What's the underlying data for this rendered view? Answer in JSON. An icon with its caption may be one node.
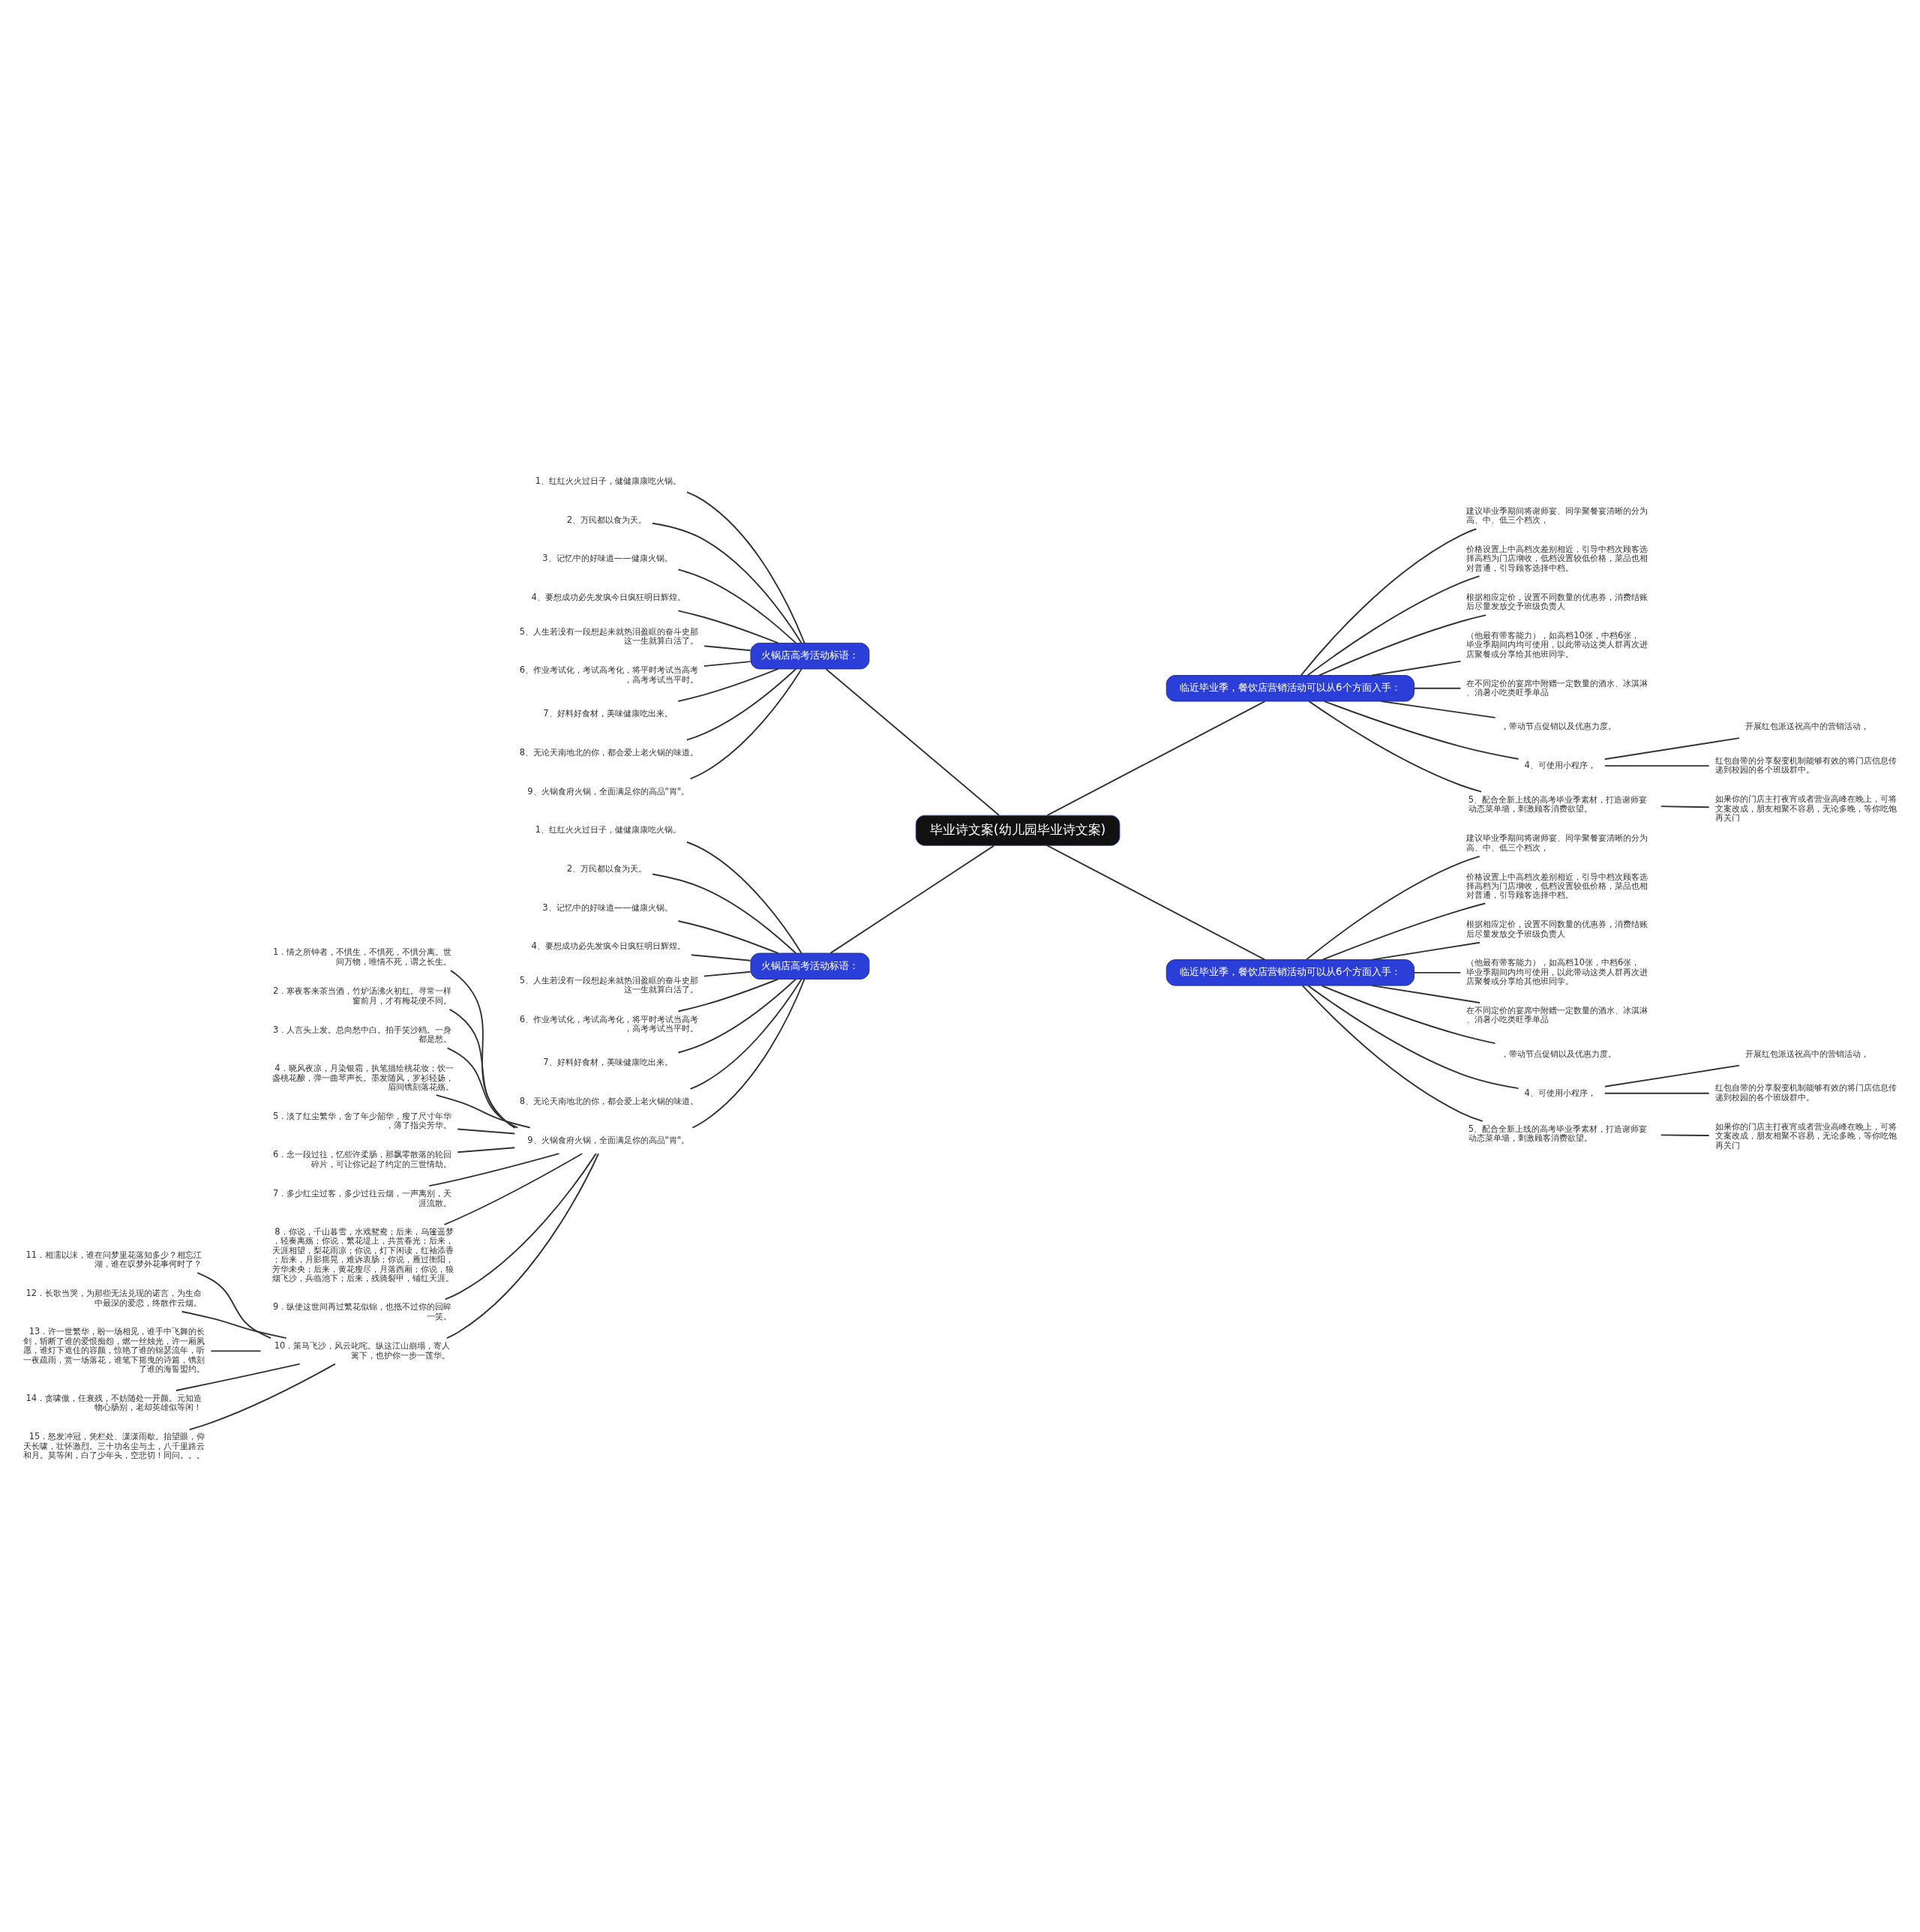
{
  "diagram": {
    "nodes": [
      {
        "text": [
          "毕业诗文案(幼儿园毕业诗文案)"
        ]
      },
      {
        "text": [
          "火锅店高考活动标语："
        ]
      },
      {
        "text": [
          "1、红红火火过日子，健健康康吃火锅。"
        ]
      },
      {
        "text": [
          "2、万民都以食为天。"
        ]
      },
      {
        "text": [
          "3、记忆中的好味道——健康火锅。"
        ]
      },
      {
        "text": [
          "4、要想成功必先发疯今日疯狂明日辉煌。"
        ]
      },
      {
        "text": [
          "5、人生若没有一段想起来就热泪盈眶的奋斗史那这一生就算白活了。"
        ]
      },
      {
        "text": [
          "6、作业考试化，考试高考化，将平时考试当高考，高考考试当平时。"
        ]
      },
      {
        "text": [
          "7、好料好食材，美味健康吃出来。"
        ]
      },
      {
        "text": [
          "8、无论天南地北的你，都会爱上老火锅的味道。"
        ]
      },
      {
        "text": [
          "9、火锅食府火锅，全面满足你的高品\"胃\"。"
        ]
      },
      {
        "text": [
          "火锅店高考活动标语："
        ]
      },
      {
        "text": [
          "1、红红火火过日子，健健康康吃火锅。"
        ]
      },
      {
        "text": [
          "2、万民都以食为天。"
        ]
      },
      {
        "text": [
          "3、记忆中的好味道——健康火锅。"
        ]
      },
      {
        "text": [
          "4、要想成功必先发疯今日疯狂明日辉煌。"
        ]
      },
      {
        "text": [
          "5、人生若没有一段想起来就热泪盈眶的奋斗史那这一生就算白活了。"
        ]
      },
      {
        "text": [
          "6、作业考试化，考试高考化，将平时考试当高考，高考考试当平时。"
        ]
      },
      {
        "text": [
          "7、好料好食材，美味健康吃出来。"
        ]
      },
      {
        "text": [
          "8、无论天南地北的你，都会爱上老火锅的味道。"
        ]
      },
      {
        "text": [
          "9、火锅食府火锅，全面满足你的高品\"胃\"。"
        ]
      },
      {
        "text": [
          "1．情之所钟者，不惧生，不惧死，不惧分离。世间万物，唯情不死，谓之长生。"
        ]
      },
      {
        "text": [
          "2．寒夜客来茶当酒，竹炉汤沸火初红。寻常一样窗前月，才有梅花便不同。"
        ]
      },
      {
        "text": [
          "3．人言头上发。总向愁中白。拍手笑沙鸥。一身都是愁。"
        ]
      },
      {
        "text": [
          "4．晓风夜凉，月染银霜，执笔描绘桃花妆；饮一盏桃花酿，弹一曲琴声长。墨发随风，罗衫轻扬，眉间镌刻落花殇。"
        ]
      },
      {
        "text": [
          "5．淡了红尘繁华，舍了年少韶华，瘦了尺寸年华，薄了指尖芳华。"
        ]
      },
      {
        "text": [
          "6．念一段过往，忆些许柔肠，那飘零散落的轮回碎片，可让你记起了约定的三世情劫。"
        ]
      },
      {
        "text": [
          "7．多少红尘过客，多少过往云烟，一声离别，天涯流散。"
        ]
      },
      {
        "text": [
          "8．你说，千山暮雪，水戏鸳鸯；后来，乌篷遥梦，轻奏离殇；你说，繁花堤上，共赏春光；后来，天涯相望，梨花雨凉；你说，灯下闲读，红袖添香；后来，月影摇晃，难诉衷肠；你说，雁过衡阳，芳华未央；后来，黄花瘦尽，月落西厢；你说，狼烟飞沙，兵临池下；后来，残骑裂甲，铺红天涯。"
        ]
      },
      {
        "text": [
          "9．纵使这世间再过繁花似锦，也抵不过你的回眸一笑。"
        ]
      },
      {
        "text": [
          "10．策马飞沙，风云叱咤。纵这江山崩塌，寄人篱下，也护你一步一莲华。"
        ]
      },
      {
        "text": [
          "11．相濡以沫，谁在问梦里花落知多少？相忘江湖，谁在叹梦外花事何时了？"
        ]
      },
      {
        "text": [
          "12．长歌当哭，为那些无法兑现的诺言，为生命中最深的爱恋，终散作云烟。"
        ]
      },
      {
        "text": [
          "13．许一世繁华，盼一场相见，谁手中飞舞的长剑，斩断了谁的爱恨痴怨，燃一丝烛光，许一厢夙愿，谁灯下遮住的容颜，惊艳了谁的锦瑟流年，听一夜疏雨，赏一场落花，谁笔下摇曳的诗篇，镌刻了谁的海誓盟约。"
        ]
      },
      {
        "text": [
          "14．贪啸傲，任衰残，不妨随处一开颜。元知造物心肠别，老却英雄似等闲！"
        ]
      },
      {
        "text": [
          "15．怒发冲冠，凭栏处、潇潇雨歇。抬望眼，仰天长啸，壮怀激烈。三十功名尘与土，八千里路云和月。莫等闲，白了少年头，空悲切！同问。。。"
        ]
      },
      {
        "text": [
          "临近毕业季，餐饮店营销活动可以从6个方面入手："
        ]
      },
      {
        "text": [
          "建议毕业季期间将谢师宴、同学聚餐宴清晰的分为高、中、低三个档次，"
        ]
      },
      {
        "text": [
          "价格设置上中高档次差别相近，引导中档次顾客选择高档为门店增收，低档设置较低价格，菜品也相对普通，引导顾客选择中档。"
        ]
      },
      {
        "text": [
          "根据相应定价，设置不同数量的优惠券，消费结账后尽量发放交予班级负责人"
        ]
      },
      {
        "text": [
          "（他最有带客能力），如高档10张，中档6张，毕业季期间内均可使用，以此带动这类人群再次进店聚餐或分享给其他班同学。"
        ]
      },
      {
        "text": [
          "在不同定价的宴席中附赠一定数量的酒水、冰淇淋、消暑小吃类旺季单品"
        ]
      },
      {
        "text": [
          "，带动节点促销以及优惠力度。"
        ]
      },
      {
        "text": [
          "4、可使用小程序，"
        ]
      },
      {
        "text": [
          "开展红包派送祝高中的营销活动，"
        ]
      },
      {
        "text": [
          "红包自带的分享裂变机制能够有效的将门店信息传递到校园的各个班级群中。"
        ]
      },
      {
        "text": [
          "5、配合全新上线的高考毕业季素材，打造谢师宴动态菜单墙，刺激顾客消费欲望。"
        ]
      },
      {
        "text": [
          "如果你的门店主打夜宵或者营业高峰在晚上，可将文案改成，朋友相聚不容易，无论多晚，等你吃饱再关门"
        ]
      },
      {
        "text": [
          "临近毕业季，餐饮店营销活动可以从6个方面入手："
        ]
      },
      {
        "text": [
          "建议毕业季期间将谢师宴、同学聚餐宴清晰的分为高、中、低三个档次，"
        ]
      },
      {
        "text": [
          "价格设置上中高档次差别相近，引导中档次顾客选择高档为门店增收，低档设置较低价格，菜品也相对普通，引导顾客选择中档。"
        ]
      },
      {
        "text": [
          "根据相应定价，设置不同数量的优惠券，消费结账后尽量发放交予班级负责人"
        ]
      },
      {
        "text": [
          "（他最有带客能力），如高档10张，中档6张，毕业季期间内均可使用，以此带动这类人群再次进店聚餐或分享给其他班同学。"
        ]
      },
      {
        "text": [
          "在不同定价的宴席中附赠一定数量的酒水、冰淇淋、消暑小吃类旺季单品"
        ]
      },
      {
        "text": [
          "，带动节点促销以及优惠力度。"
        ]
      },
      {
        "text": [
          "4、可使用小程序，"
        ]
      },
      {
        "text": [
          "开展红包派送祝高中的营销活动，"
        ]
      },
      {
        "text": [
          "红包自带的分享裂变机制能够有效的将门店信息传递到校园的各个班级群中。"
        ]
      },
      {
        "text": [
          "5、配合全新上线的高考毕业季素材，打造谢师宴动态菜单墙，刺激顾客消费欲望。"
        ]
      },
      {
        "text": [
          "如果你的门店主打夜宵或者营业高峰在晚上，可将文案改成，朋友相聚不容易，无论多晚，等你吃饱再关门"
        ]
      }
    ],
    "edges": [
      {
        "from": 0,
        "to": 1,
        "arrow": "none"
      },
      {
        "from": 1,
        "to": 2,
        "arrow": "none"
      },
      {
        "from": 1,
        "to": 3,
        "arrow": "none"
      },
      {
        "from": 1,
        "to": 4,
        "arrow": "none"
      },
      {
        "from": 1,
        "to": 5,
        "arrow": "none"
      },
      {
        "from": 1,
        "to": 6,
        "arrow": "none"
      },
      {
        "from": 1,
        "to": 7,
        "arrow": "none"
      },
      {
        "from": 1,
        "to": 8,
        "arrow": "none"
      },
      {
        "from": 1,
        "to": 9,
        "arrow": "none"
      },
      {
        "from": 1,
        "to": 10,
        "arrow": "none"
      },
      {
        "from": 0,
        "to": 11,
        "arrow": "none"
      },
      {
        "from": 11,
        "to": 12,
        "arrow": "none"
      },
      {
        "from": 11,
        "to": 13,
        "arrow": "none"
      },
      {
        "from": 11,
        "to": 14,
        "arrow": "none"
      },
      {
        "from": 11,
        "to": 15,
        "arrow": "none"
      },
      {
        "from": 11,
        "to": 16,
        "arrow": "none"
      },
      {
        "from": 11,
        "to": 17,
        "arrow": "none"
      },
      {
        "from": 11,
        "to": 18,
        "arrow": "none"
      },
      {
        "from": 11,
        "to": 19,
        "arrow": "none"
      },
      {
        "from": 11,
        "to": 20,
        "arrow": "none"
      },
      {
        "from": 20,
        "to": 21,
        "arrow": "none"
      },
      {
        "from": 20,
        "to": 22,
        "arrow": "none"
      },
      {
        "from": 20,
        "to": 23,
        "arrow": "none"
      },
      {
        "from": 20,
        "to": 24,
        "arrow": "none"
      },
      {
        "from": 20,
        "to": 25,
        "arrow": "none"
      },
      {
        "from": 20,
        "to": 26,
        "arrow": "none"
      },
      {
        "from": 20,
        "to": 27,
        "arrow": "none"
      },
      {
        "from": 20,
        "to": 28,
        "arrow": "none"
      },
      {
        "from": 20,
        "to": 29,
        "arrow": "none"
      },
      {
        "from": 20,
        "to": 30,
        "arrow": "none"
      },
      {
        "from": 30,
        "to": 31,
        "arrow": "none"
      },
      {
        "from": 30,
        "to": 32,
        "arrow": "none"
      },
      {
        "from": 30,
        "to": 33,
        "arrow": "none"
      },
      {
        "from": 30,
        "to": 34,
        "arrow": "none"
      },
      {
        "from": 30,
        "to": 35,
        "arrow": "none"
      },
      {
        "from": 0,
        "to": 36,
        "arrow": "none"
      },
      {
        "from": 36,
        "to": 37,
        "arrow": "none"
      },
      {
        "from": 36,
        "to": 38,
        "arrow": "none"
      },
      {
        "from": 36,
        "to": 39,
        "arrow": "none"
      },
      {
        "from": 36,
        "to": 40,
        "arrow": "none"
      },
      {
        "from": 36,
        "to": 41,
        "arrow": "none"
      },
      {
        "from": 36,
        "to": 42,
        "arrow": "none"
      },
      {
        "from": 36,
        "to": 43,
        "arrow": "none"
      },
      {
        "from": 43,
        "to": 44,
        "arrow": "none"
      },
      {
        "from": 43,
        "to": 45,
        "arrow": "none"
      },
      {
        "from": 36,
        "to": 46,
        "arrow": "none"
      },
      {
        "from": 46,
        "to": 47,
        "arrow": "none"
      },
      {
        "from": 0,
        "to": 48,
        "arrow": "none"
      },
      {
        "from": 48,
        "to": 49,
        "arrow": "none"
      },
      {
        "from": 48,
        "to": 50,
        "arrow": "none"
      },
      {
        "from": 48,
        "to": 51,
        "arrow": "none"
      },
      {
        "from": 48,
        "to": 52,
        "arrow": "none"
      },
      {
        "from": 48,
        "to": 53,
        "arrow": "none"
      },
      {
        "from": 48,
        "to": 54,
        "arrow": "none"
      },
      {
        "from": 48,
        "to": 55,
        "arrow": "none"
      },
      {
        "from": 55,
        "to": 56,
        "arrow": "none"
      },
      {
        "from": 55,
        "to": 57,
        "arrow": "none"
      },
      {
        "from": 48,
        "to": 58,
        "arrow": "none"
      },
      {
        "from": 58,
        "to": 59,
        "arrow": "none"
      }
    ]
  }
}
